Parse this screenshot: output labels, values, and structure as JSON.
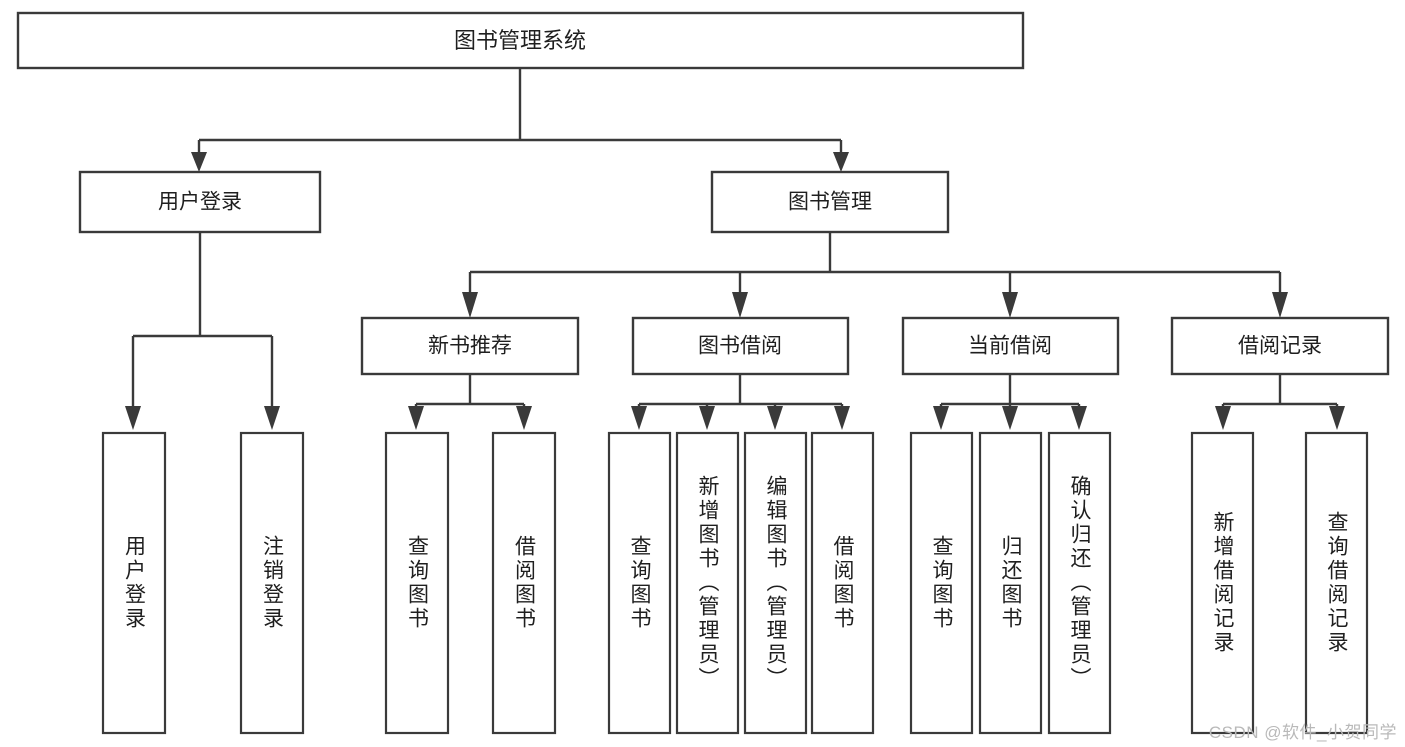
{
  "diagram": {
    "type": "tree-hierarchy",
    "title": "图书管理系统",
    "watermark": "CSDN @软件_小贺同学",
    "colors": {
      "stroke": "#3a3a3a",
      "fill": "#ffffff",
      "text": "#1f1f1f",
      "watermark": "#b9b9b9",
      "background": "#ffffff"
    },
    "root": {
      "label": "图书管理系统",
      "orientation": "horizontal"
    },
    "level2": [
      {
        "label": "用户登录",
        "orientation": "horizontal"
      },
      {
        "label": "图书管理",
        "orientation": "horizontal"
      }
    ],
    "level3": [
      {
        "label": "新书推荐",
        "orientation": "horizontal",
        "parent": "图书管理"
      },
      {
        "label": "图书借阅",
        "orientation": "horizontal",
        "parent": "图书管理"
      },
      {
        "label": "当前借阅",
        "orientation": "horizontal",
        "parent": "图书管理"
      },
      {
        "label": "借阅记录",
        "orientation": "horizontal",
        "parent": "图书管理"
      }
    ],
    "leaves": {
      "用户登录": [
        {
          "label": "用户登录",
          "orientation": "vertical"
        },
        {
          "label": "注销登录",
          "orientation": "vertical"
        }
      ],
      "新书推荐": [
        {
          "label": "查询图书",
          "orientation": "vertical"
        },
        {
          "label": "借阅图书",
          "orientation": "vertical"
        }
      ],
      "图书借阅": [
        {
          "label": "查询图书",
          "orientation": "vertical"
        },
        {
          "label": "新增图书（管理员）",
          "orientation": "vertical"
        },
        {
          "label": "编辑图书（管理员）",
          "orientation": "vertical"
        },
        {
          "label": "借阅图书",
          "orientation": "vertical"
        }
      ],
      "当前借阅": [
        {
          "label": "查询图书",
          "orientation": "vertical"
        },
        {
          "label": "归还图书",
          "orientation": "vertical"
        },
        {
          "label": "确认归还（管理员）",
          "orientation": "vertical"
        }
      ],
      "借阅记录": [
        {
          "label": "新增借阅记录",
          "orientation": "vertical"
        },
        {
          "label": "查询借阅记录",
          "orientation": "vertical"
        }
      ]
    },
    "leaf_flat": [
      "用户登录",
      "注销登录",
      "查询图书",
      "借阅图书",
      "查询图书",
      "新增图书（管理员）",
      "编辑图书（管理员）",
      "借阅图书",
      "查询图书",
      "归还图书",
      "确认归还（管理员）",
      "新增借阅记录",
      "查询借阅记录"
    ]
  }
}
